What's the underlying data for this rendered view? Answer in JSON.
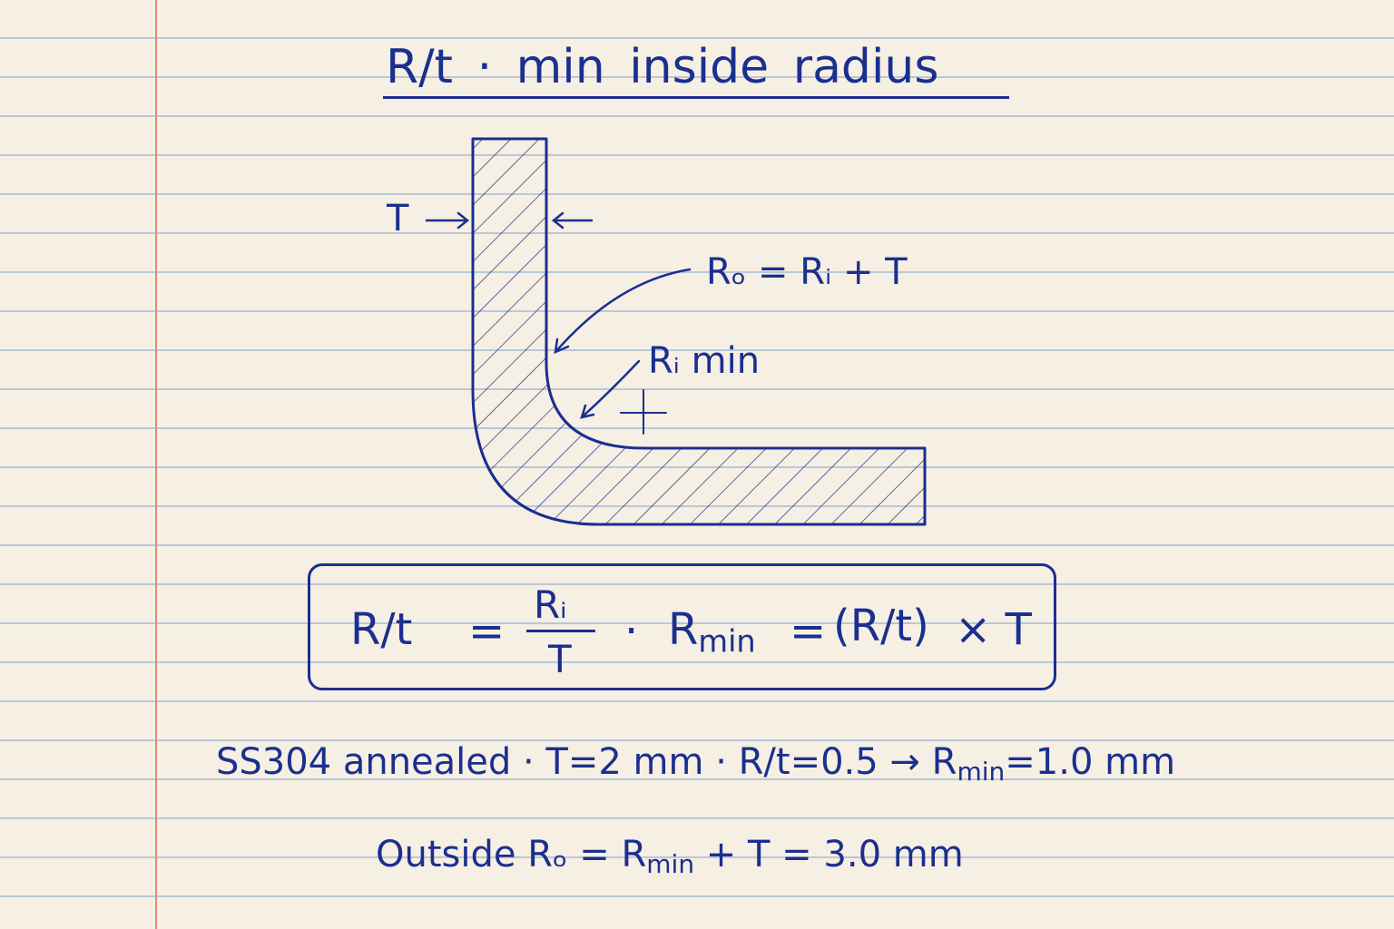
{
  "title": "R/t · min inside radius",
  "diagram": {
    "label_thickness": "T",
    "label_outside": "Rₒ = Rᵢ + T",
    "label_inside_min": "Rᵢ min"
  },
  "formula": {
    "lhs": "R/t",
    "eq1": "=",
    "frac_num": "Rᵢ",
    "frac_den": "T",
    "sep": "·",
    "rmin_base": "R",
    "rmin_sub": "min",
    "eq2": "=",
    "rt_paren": "(R/t)",
    "times_t": "× T"
  },
  "example": {
    "line1_a": "SS304  annealed  ·  T=2 mm  ·  R/t=0.5 → R",
    "line1_sub": "min",
    "line1_b": "=1.0 mm",
    "line2_a": "Outside Rₒ = R",
    "line2_sub": "min",
    "line2_b": " + T  =  3.0 mm"
  },
  "colors": {
    "ink": "#1a2f8f",
    "paper": "#f6efe3",
    "rule": "#b9c8d8",
    "margin": "#e6887a"
  }
}
